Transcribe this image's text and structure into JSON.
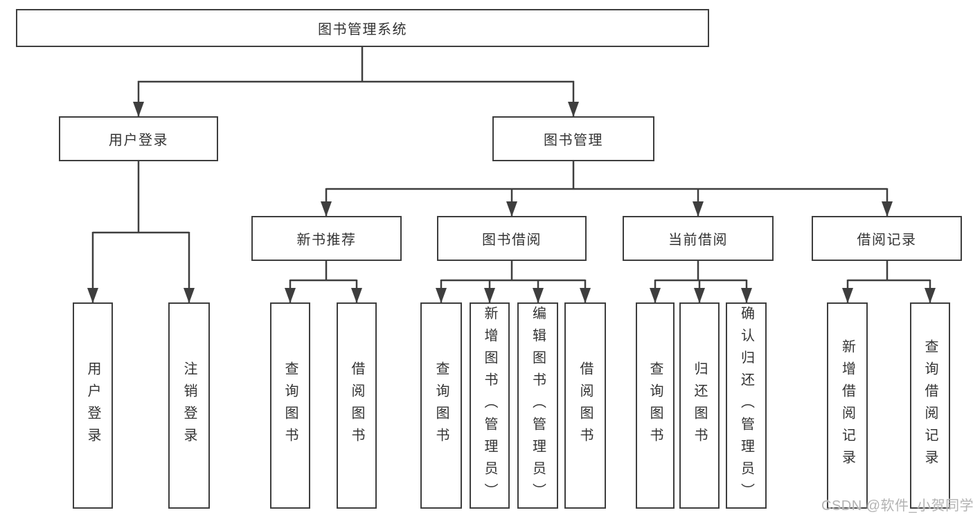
{
  "diagram": {
    "type": "tree",
    "root": {
      "label": "图书管理系统"
    },
    "branches": [
      {
        "label": "用户登录",
        "children": [
          {
            "label": "用户登录"
          },
          {
            "label": "注销登录"
          }
        ]
      },
      {
        "label": "图书管理",
        "children": [
          {
            "label": "新书推荐",
            "children": [
              {
                "label": "查询图书"
              },
              {
                "label": "借阅图书"
              }
            ]
          },
          {
            "label": "图书借阅",
            "children": [
              {
                "label": "查询图书"
              },
              {
                "label": "新增图书（管理员）"
              },
              {
                "label": "编辑图书（管理员）"
              },
              {
                "label": "借阅图书"
              }
            ]
          },
          {
            "label": "当前借阅",
            "children": [
              {
                "label": "查询图书"
              },
              {
                "label": "归还图书"
              },
              {
                "label": "确认归还（管理员）"
              }
            ]
          },
          {
            "label": "借阅记录",
            "children": [
              {
                "label": "新增借阅记录"
              },
              {
                "label": "查询借阅记录"
              }
            ]
          }
        ]
      }
    ],
    "colors": {
      "line": "#3e3e3e",
      "text": "#333333",
      "box_fill": "#ffffff",
      "watermark": "#b3b3b3"
    },
    "watermark": {
      "text": "CSDN @软件_小贺同学"
    }
  }
}
